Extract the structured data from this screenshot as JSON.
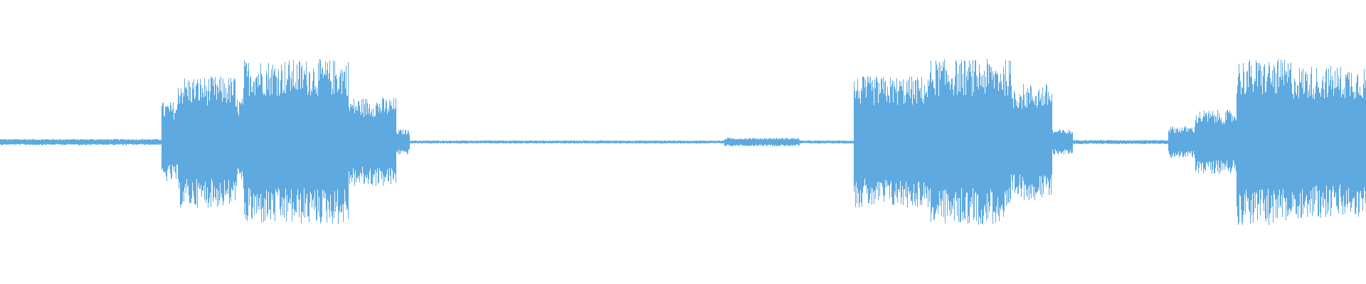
{
  "waveform": {
    "color": "#5DA9E0",
    "segments": [
      {
        "start": 0.0,
        "end": 0.118,
        "level": 0.03
      },
      {
        "start": 0.118,
        "end": 0.13,
        "level": 0.38
      },
      {
        "start": 0.13,
        "end": 0.172,
        "level": 0.62
      },
      {
        "start": 0.172,
        "end": 0.178,
        "level": 0.42
      },
      {
        "start": 0.178,
        "end": 0.255,
        "level": 0.78
      },
      {
        "start": 0.255,
        "end": 0.29,
        "level": 0.42
      },
      {
        "start": 0.29,
        "end": 0.3,
        "level": 0.12
      },
      {
        "start": 0.3,
        "end": 0.53,
        "level": 0.015
      },
      {
        "start": 0.53,
        "end": 0.585,
        "level": 0.04
      },
      {
        "start": 0.585,
        "end": 0.625,
        "level": 0.015
      },
      {
        "start": 0.625,
        "end": 0.68,
        "level": 0.62
      },
      {
        "start": 0.68,
        "end": 0.74,
        "level": 0.78
      },
      {
        "start": 0.74,
        "end": 0.77,
        "level": 0.55
      },
      {
        "start": 0.77,
        "end": 0.785,
        "level": 0.12
      },
      {
        "start": 0.785,
        "end": 0.855,
        "level": 0.02
      },
      {
        "start": 0.855,
        "end": 0.875,
        "level": 0.15
      },
      {
        "start": 0.875,
        "end": 0.905,
        "level": 0.3
      },
      {
        "start": 0.905,
        "end": 0.945,
        "level": 0.78
      },
      {
        "start": 0.945,
        "end": 1.0,
        "level": 0.72
      }
    ]
  }
}
